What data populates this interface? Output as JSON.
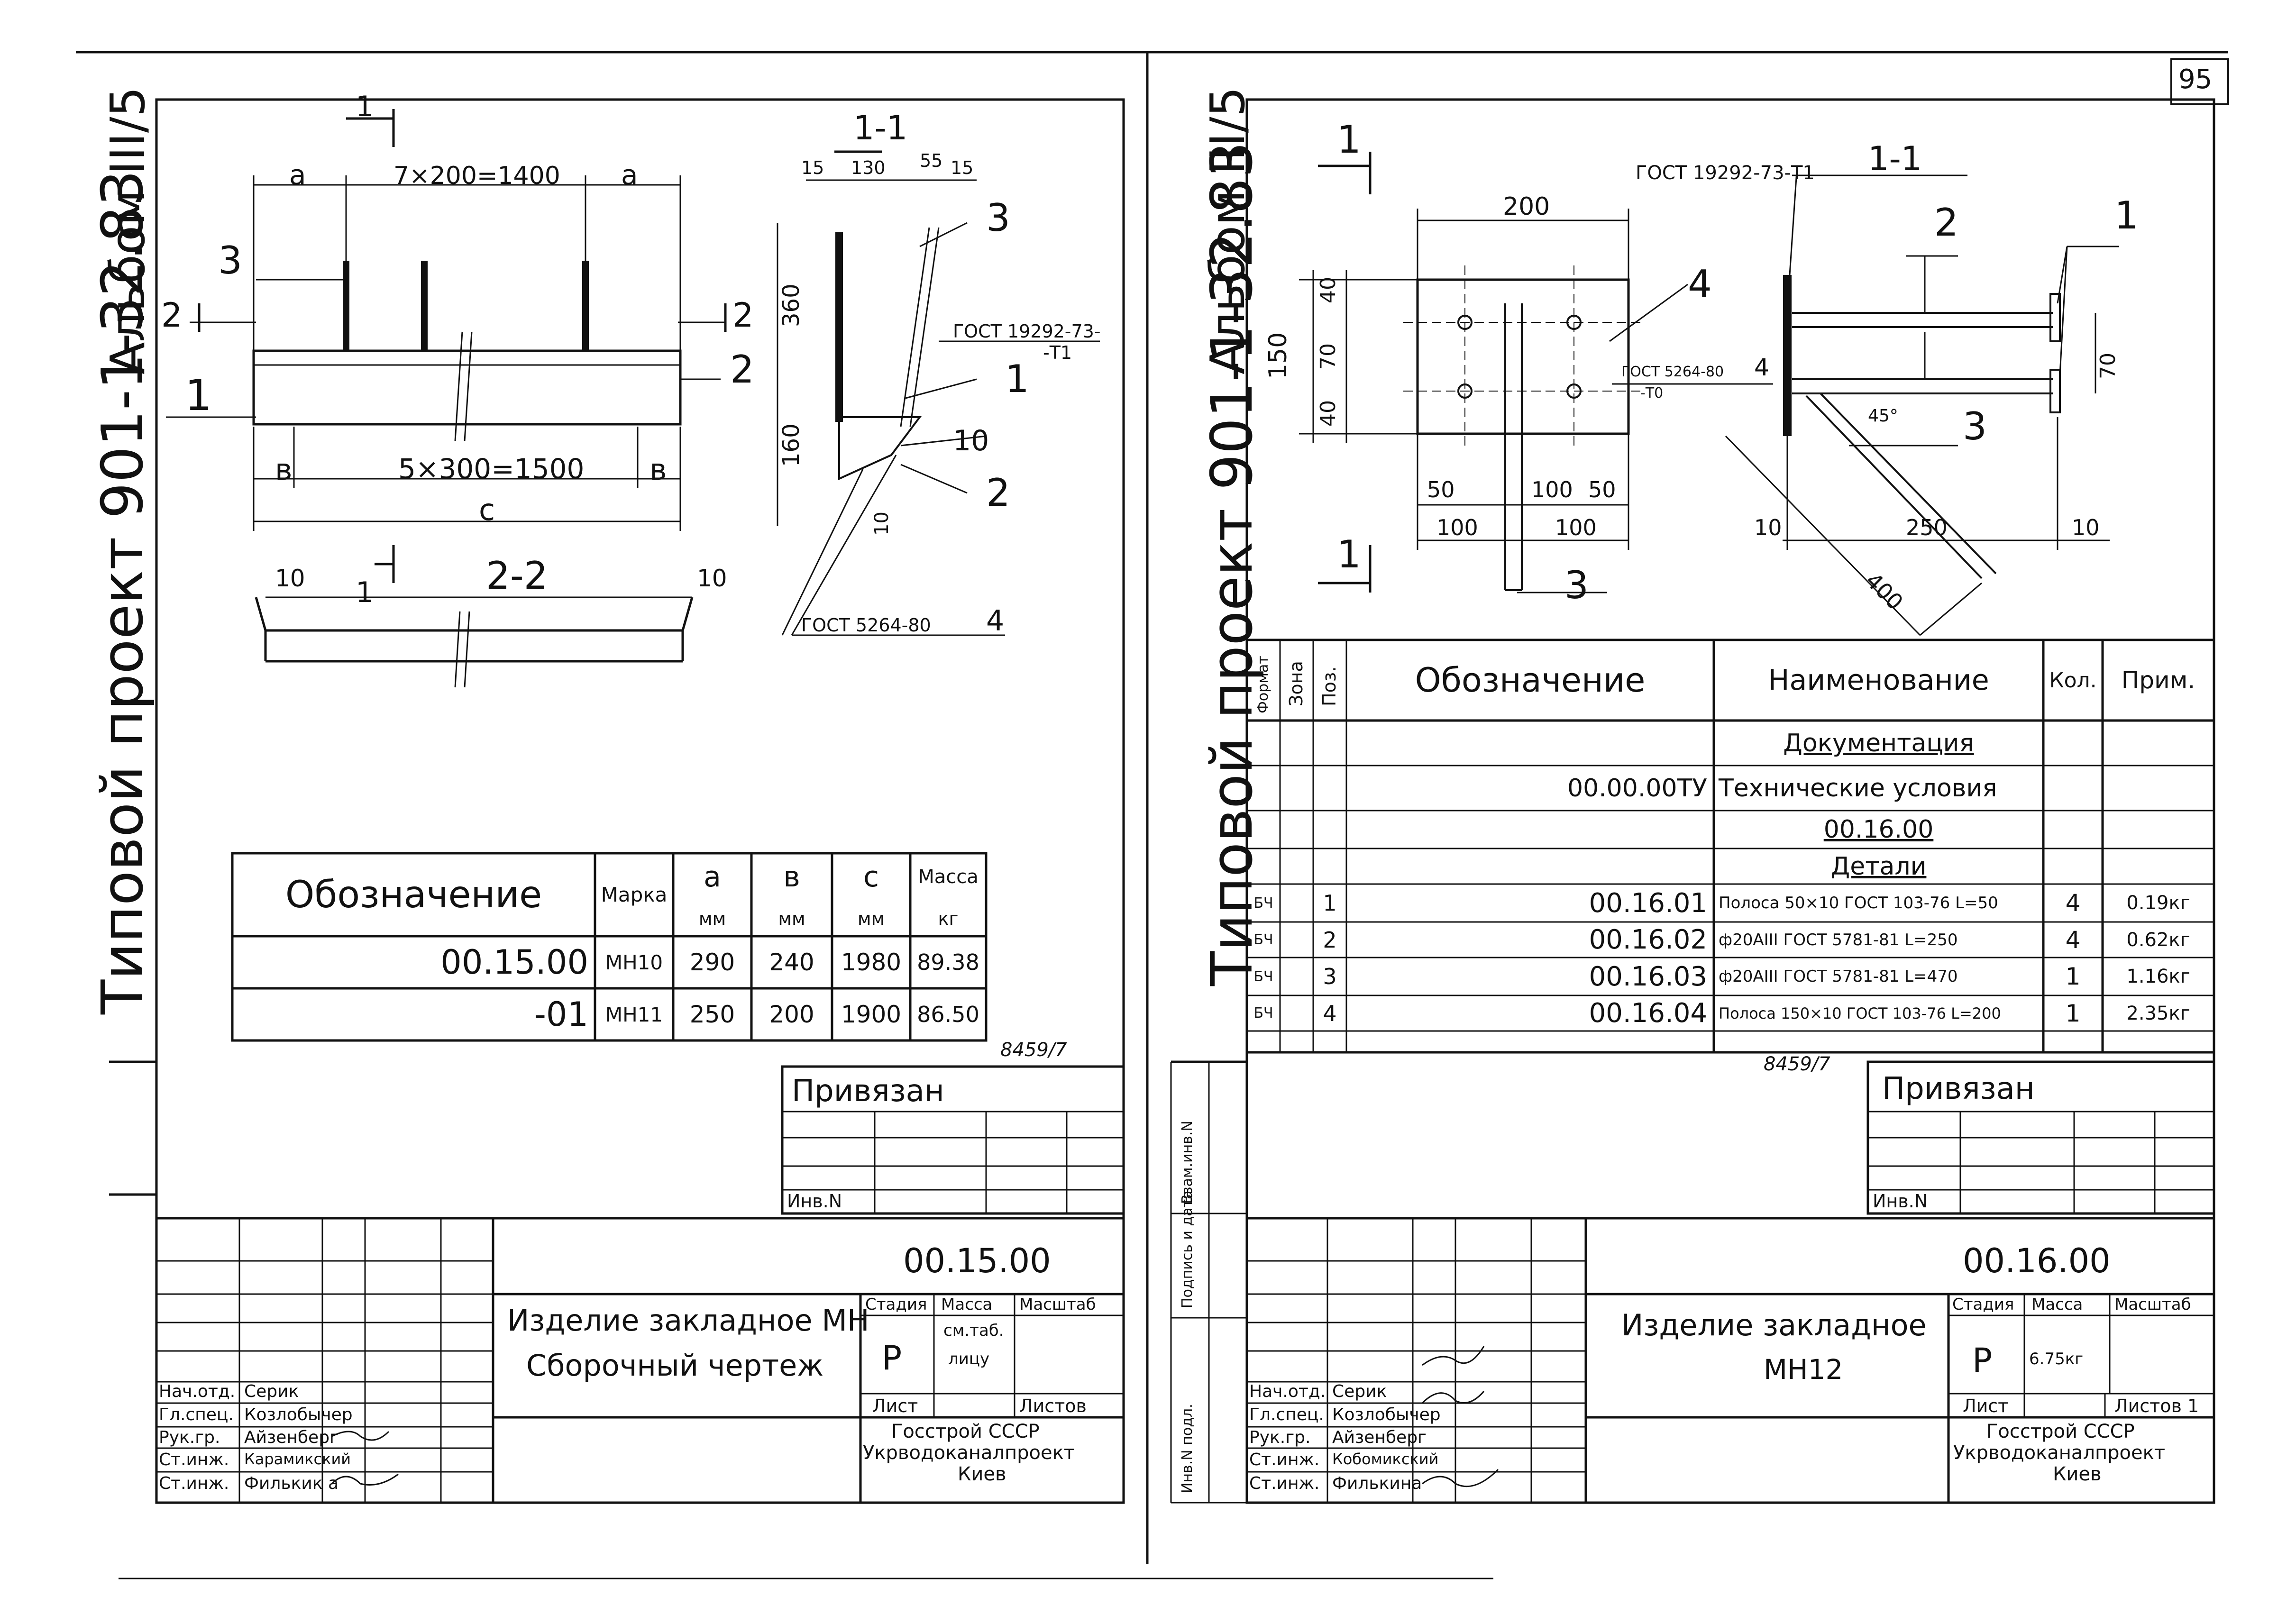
{
  "page_number": "95",
  "left_sheet": {
    "side_title": "Типовой проект 901-1-32.83",
    "album": "Альбом III/5",
    "dimensions": {
      "a": "a",
      "mid_top": "7×200=1400",
      "b": "в",
      "mid_bottom": "5×300=1500",
      "c": "c",
      "s15": "15",
      "s130": "130",
      "s55": "55",
      "s15b": "15",
      "s360": "360",
      "s160": "160",
      "s10": "10",
      "s10b": "10",
      "s10c": "10",
      "s10d": "10",
      "two_left": "2",
      "two_right": "2"
    },
    "labels": {
      "pos1": "1",
      "pos3": "3",
      "pos3b": "3",
      "pos2": "2",
      "pos2b": "2",
      "pos1b": "1",
      "pos10": "10",
      "sec11": "1-1",
      "sec22": "2-2",
      "cut1a": "1",
      "cut1b": "1",
      "gost1": "ГОСТ 19292-73-",
      "gost1b": "-Т1",
      "gost2": "ГОСТ 5264-80",
      "weld4": "4"
    },
    "table": {
      "headers": {
        "designation": "Обозначение",
        "mark": "Марка",
        "a": "a",
        "a_unit": "мм",
        "b": "в",
        "b_unit": "мм",
        "c": "c",
        "c_unit": "мм",
        "mass": "Масса",
        "mass_unit": "кг"
      },
      "rows": [
        {
          "designation": "00.15.00",
          "mark": "МН10",
          "a": "290",
          "b": "240",
          "c": "1980",
          "mass": "89.38"
        },
        {
          "designation": "-01",
          "mark": "МН11",
          "a": "250",
          "b": "200",
          "c": "1900",
          "mass": "86.50"
        }
      ]
    },
    "stamp_code": "8459/7",
    "privyazan": "Привязан",
    "inv": "Инв.N",
    "title_block": {
      "doc_code": "00.15.00",
      "title_line1": "Изделие закладное МН",
      "title_line2": "Сборочный чертеж",
      "stage_h": "Стадия",
      "mass_h": "Масса",
      "scale_h": "Масштаб",
      "stage": "Р",
      "mass": "см.таб.",
      "mass2": "лицу",
      "sheet_h": "Лист",
      "sheets_h": "Листов",
      "org1": "Госстрой СССР",
      "org2": "Укрводоканалпроект",
      "org3": "Киев",
      "people": [
        {
          "role": "Нач.отд.",
          "name": "Серик"
        },
        {
          "role": "Гл.спец.",
          "name": "Козлобычер"
        },
        {
          "role": "Рук.гр.",
          "name": "Айзенберг"
        },
        {
          "role": "Ст.инж.",
          "name": "Карамикский"
        },
        {
          "role": "Ст.инж.",
          "name": "Филькик а"
        }
      ]
    }
  },
  "right_sheet": {
    "side_title": "Типовой проект 901-1-32.83",
    "album": "Альбом III/5",
    "dimensions": {
      "w200": "200",
      "h150": "150",
      "h40": "40",
      "h70": "70",
      "h40b": "40",
      "d50": "50",
      "d100": "100",
      "d50b": "50",
      "d100b": "100",
      "d100c": "100",
      "h70r": "70",
      "d10": "10",
      "d250": "250",
      "d10b": "10",
      "d400": "400",
      "ang": "45°"
    },
    "labels": {
      "cut1a": "1",
      "cut1b": "1",
      "pos4": "4",
      "pos3": "3",
      "pos2": "2",
      "pos1": "1",
      "pos3r": "3",
      "sec11": "1-1",
      "gost1": "ГОСТ 19292-73-Т1",
      "gost2": "ГОСТ 5264-80",
      "gost2b": "-Т0",
      "weld4": "4"
    },
    "spec": {
      "headers": {
        "format": "Формат",
        "zone": "Зона",
        "pos": "Поз.",
        "designation": "Обозначение",
        "name": "Наименование",
        "qty": "Кол.",
        "note": "Прим."
      },
      "rows": [
        {
          "format": "",
          "zone": "",
          "pos": "",
          "designation": "",
          "name": "Документация",
          "qty": "",
          "note": "",
          "style": "section"
        },
        {
          "format": "",
          "zone": "",
          "pos": "",
          "designation": "00.00.00ТУ",
          "name": "Технические условия",
          "qty": "",
          "note": ""
        },
        {
          "format": "",
          "zone": "",
          "pos": "",
          "designation": "",
          "name": "00.16.00",
          "qty": "",
          "note": ""
        },
        {
          "format": "",
          "zone": "",
          "pos": "",
          "designation": "",
          "name": "Детали",
          "qty": "",
          "note": "",
          "style": "section"
        },
        {
          "format": "БЧ",
          "zone": "",
          "pos": "1",
          "designation": "00.16.01",
          "name": "Полоса 50×10 ГОСТ 103-76 L=50",
          "qty": "4",
          "note": "0.19кг"
        },
        {
          "format": "БЧ",
          "zone": "",
          "pos": "2",
          "designation": "00.16.02",
          "name": "ф20АIII ГОСТ 5781-81 L=250",
          "qty": "4",
          "note": "0.62кг"
        },
        {
          "format": "БЧ",
          "zone": "",
          "pos": "3",
          "designation": "00.16.03",
          "name": "ф20АIII ГОСТ 5781-81 L=470",
          "qty": "1",
          "note": "1.16кг"
        },
        {
          "format": "БЧ",
          "zone": "",
          "pos": "4",
          "designation": "00.16.04",
          "name": "Полоса 150×10 ГОСТ 103-76 L=200",
          "qty": "1",
          "note": "2.35кг"
        }
      ]
    },
    "stamp_code": "8459/7",
    "privyazan": "Привязан",
    "inv": "Инв.N",
    "side_columns": [
      "Инв.N подл.",
      "Подпись и дата",
      "Взам.инв.N"
    ],
    "title_block": {
      "doc_code": "00.16.00",
      "title_line1": "Изделие закладное",
      "title_line2": "МН12",
      "stage_h": "Стадия",
      "mass_h": "Масса",
      "scale_h": "Масштаб",
      "stage": "Р",
      "mass": "6.75кг",
      "sheet_h": "Лист",
      "sheets_h": "Листов 1",
      "org1": "Госстрой СССР",
      "org2": "Укрводоканалпроект",
      "org3": "Киев",
      "people": [
        {
          "role": "Нач.отд.",
          "name": "Серик"
        },
        {
          "role": "Гл.спец.",
          "name": "Козлобычер"
        },
        {
          "role": "Рук.гр.",
          "name": "Айзенберг"
        },
        {
          "role": "Ст.инж.",
          "name": "Кобомикский"
        },
        {
          "role": "Ст.инж.",
          "name": "Филькина"
        }
      ]
    }
  }
}
